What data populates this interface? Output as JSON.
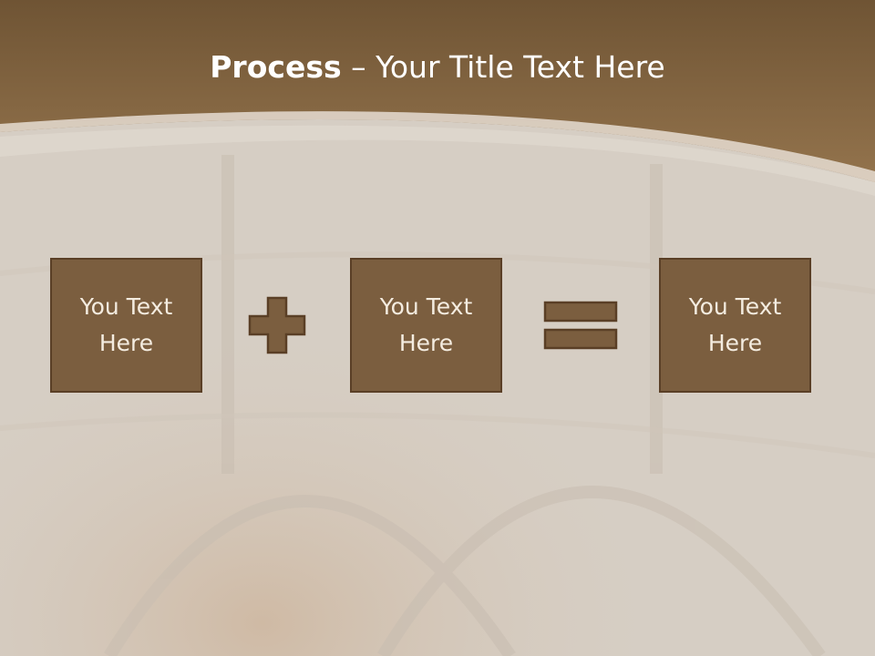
{
  "slide": {
    "title_bold": "Process",
    "title_rest": " – Your Title Text Here",
    "boxes": [
      {
        "text": "You Text Here"
      },
      {
        "text": "You Text Here"
      },
      {
        "text": "You Text Here"
      }
    ],
    "operators": [
      "plus-icon",
      "equals-icon"
    ],
    "colors": {
      "header": "#876845",
      "box_fill": "#7b5e3f",
      "box_border": "#5a3f26",
      "text": "#f4ece0",
      "background": "#d9d1c7"
    }
  }
}
